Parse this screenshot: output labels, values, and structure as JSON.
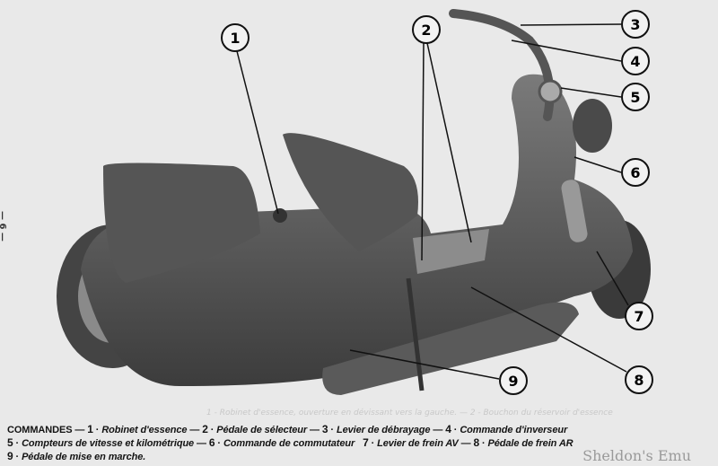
{
  "page_number": "— 6 —",
  "callouts": [
    "1",
    "2",
    "3",
    "4",
    "5",
    "6",
    "7",
    "8",
    "9"
  ],
  "caption": {
    "heading": "COMMANDES",
    "items": [
      {
        "num": "1",
        "label": "Robinet d'essence"
      },
      {
        "num": "2",
        "label": "Pédale de sélecteur"
      },
      {
        "num": "3",
        "label": "Levier de débrayage"
      },
      {
        "num": "4",
        "label": "Commande d'inverseur"
      },
      {
        "num": "5",
        "label": "Compteurs de vitesse et kilométrique"
      },
      {
        "num": "6",
        "label": "Commande de commutateur"
      },
      {
        "num": "7",
        "label": "Levier de frein AV"
      },
      {
        "num": "8",
        "label": "Pédale de frein AR"
      },
      {
        "num": "9",
        "label": "Pédale de mise en marche."
      }
    ]
  },
  "show_through_text": "1 - Robinet d'essence, ouverture en dévissant vers la gauche. — 2 - Bouchon du réservoir d'essence",
  "watermark": "Sheldon's Emu"
}
